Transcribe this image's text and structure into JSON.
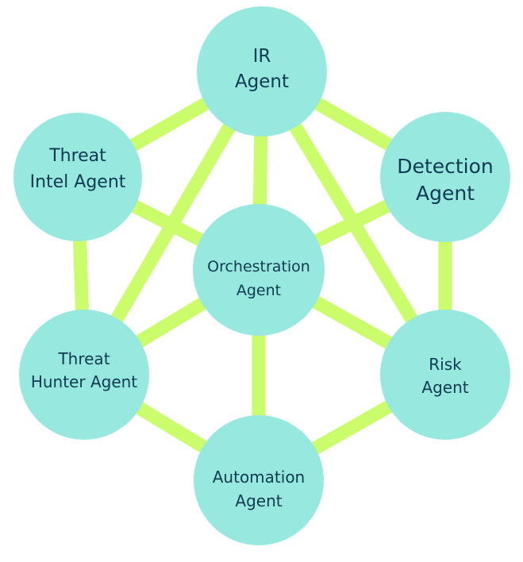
{
  "diagram": {
    "nodes": {
      "ir": {
        "line1": "IR",
        "line2": "Agent"
      },
      "threat_intel": {
        "line1": "Threat",
        "line2": "Intel Agent"
      },
      "detection": {
        "line1": "Detection",
        "line2": "Agent"
      },
      "orchestration": {
        "line1": "Orchestration",
        "line2": "Agent"
      },
      "threat_hunter": {
        "line1": "Threat",
        "line2": "Hunter Agent"
      },
      "risk": {
        "line1": "Risk",
        "line2": "Agent"
      },
      "automation": {
        "line1": "Automation",
        "line2": "Agent"
      }
    },
    "colors": {
      "node_fill": "#97e8df",
      "edge": "#cbfc6b",
      "text": "#0f3a52"
    }
  }
}
